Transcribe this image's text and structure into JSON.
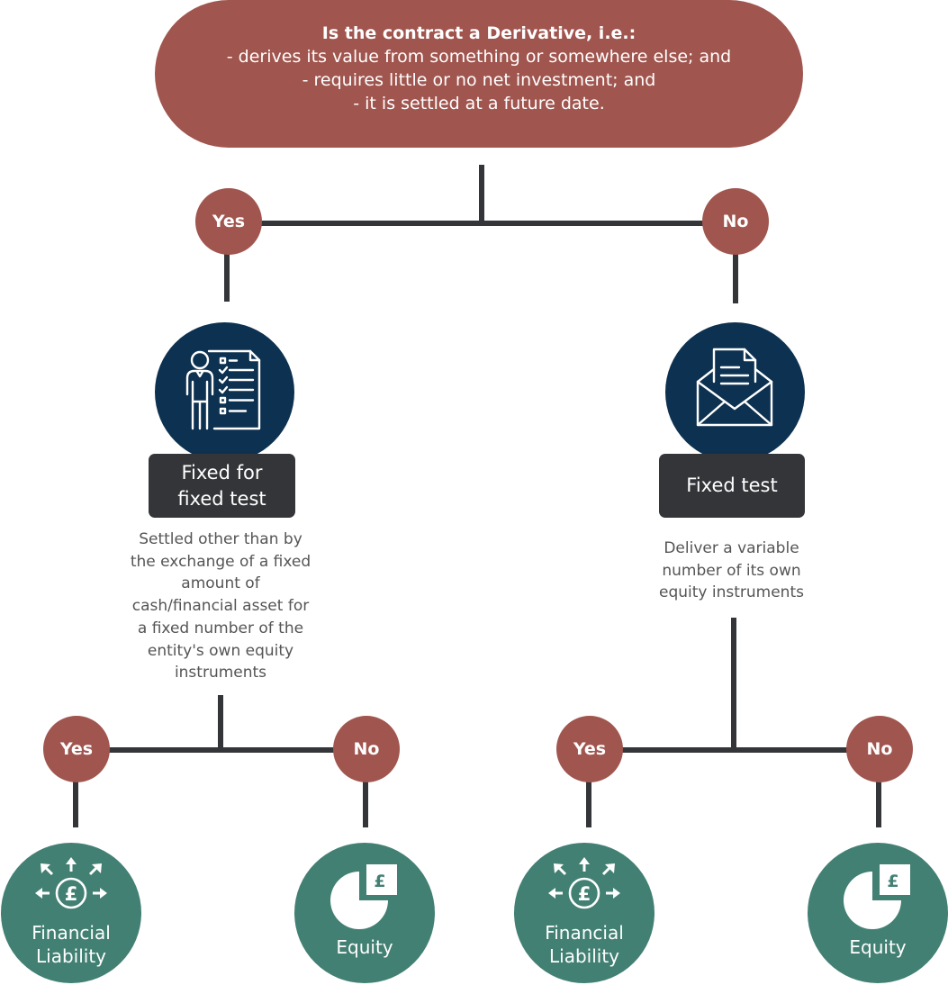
{
  "question": {
    "heading": "Is the contract a Derivative, i.e.:",
    "lines": [
      "- derives its value from something or somewhere else; and",
      "- requires little or no net investment; and",
      "- it is settled at a future date."
    ]
  },
  "top_branches": {
    "yes": "Yes",
    "no": "No"
  },
  "left_test": {
    "icon": "person-checklist-icon",
    "title_lines": [
      "Fixed for",
      "fixed test"
    ],
    "description": "Settled other than by the exchange of a fixed amount of cash/financial asset for a fixed number of the entity's own equity instruments",
    "description_lines": [
      "Settled other than by",
      "the exchange of a fixed",
      "amount of",
      "cash/financial asset for",
      "a fixed number of the",
      "entity's own equity",
      "instruments"
    ],
    "yes": "Yes",
    "no": "No"
  },
  "right_test": {
    "icon": "envelope-letter-icon",
    "title": "Fixed test",
    "description": "Deliver a variable number of its own equity instruments",
    "description_lines": [
      "Deliver a variable",
      "number of its own",
      "equity instruments"
    ],
    "yes": "Yes",
    "no": "No"
  },
  "outcomes": [
    {
      "icon": "pound-arrows-icon",
      "label_lines": [
        "Financial",
        "Liability"
      ]
    },
    {
      "icon": "pie-pound-icon",
      "label_lines": [
        "Equity"
      ]
    },
    {
      "icon": "pound-arrows-icon",
      "label_lines": [
        "Financial",
        "Liability"
      ]
    },
    {
      "icon": "pie-pound-icon",
      "label_lines": [
        "Equity"
      ]
    }
  ],
  "icon_glyph": "£",
  "colors": {
    "question_bg": "#a0554e",
    "yes_no_bg": "#a0554e",
    "icon_circle_bg": "#0d3150",
    "test_box_bg": "#333538",
    "outcome_bg": "#428073",
    "connector": "#333538",
    "description_text": "#555557"
  }
}
